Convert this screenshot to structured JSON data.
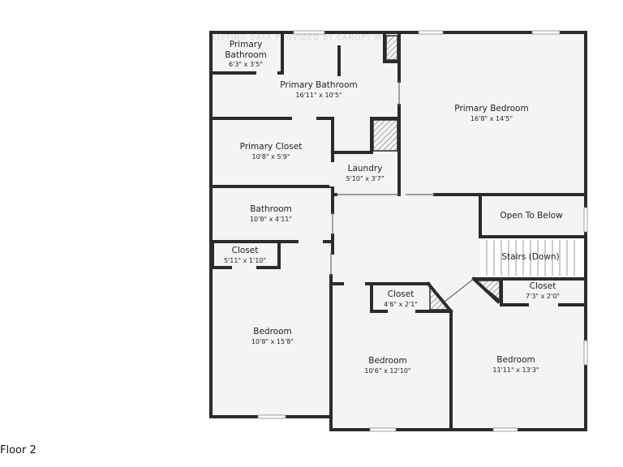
{
  "floor_label": "Floor 2",
  "watermark": "LISTING DATA PROVIDED BY CANOPY MLS",
  "rooms": {
    "primary_bathroom_small": {
      "name_line1": "Primary",
      "name_line2": "Bathroom",
      "dims": "6'3\" x 3'5\""
    },
    "primary_bathroom": {
      "name": "Primary Bathroom",
      "dims": "16'11\" x 10'5\""
    },
    "primary_bedroom": {
      "name": "Primary Bedroom",
      "dims": "16'8\" x 14'5\""
    },
    "primary_closet": {
      "name": "Primary Closet",
      "dims": "10'8\" x 5'9\""
    },
    "laundry": {
      "name": "Laundry",
      "dims": "5'10\" x 3'7\""
    },
    "bathroom": {
      "name": "Bathroom",
      "dims": "10'8\" x 4'11\""
    },
    "open_to_below": {
      "name": "Open To Below"
    },
    "closet_left": {
      "name": "Closet",
      "dims": "5'11\" x 1'10\""
    },
    "stairs": {
      "name": "Stairs (Down)"
    },
    "closet_mid": {
      "name": "Closet",
      "dims": "4'6\" x 2'1\""
    },
    "closet_right": {
      "name": "Closet",
      "dims": "7'3\" x 2'0\""
    },
    "bedroom_left": {
      "name": "Bedroom",
      "dims": "10'8\" x 15'8\""
    },
    "bedroom_mid": {
      "name": "Bedroom",
      "dims": "10'6\" x 12'10\""
    },
    "bedroom_right": {
      "name": "Bedroom",
      "dims": "11'11\" x 13'3\""
    }
  }
}
